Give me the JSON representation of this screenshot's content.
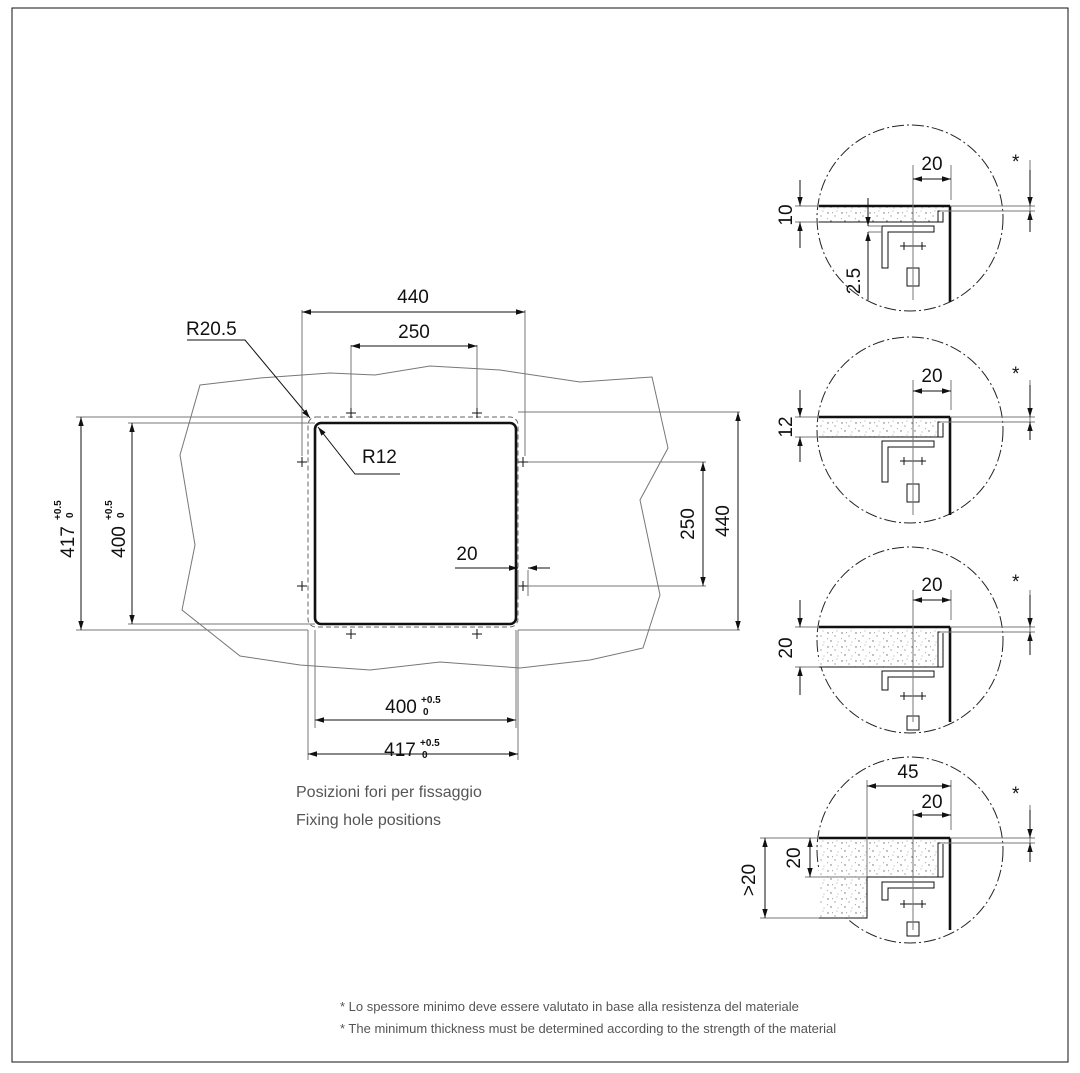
{
  "plan": {
    "dim_top_outer": "440",
    "dim_top_inner": "250",
    "radius_outer": "R20.5",
    "radius_inner": "R12",
    "dim_right_inner": "250",
    "dim_right_outer": "440",
    "dim_hole_offset": "20",
    "dim_left_outer": "417",
    "dim_left_inner": "400",
    "dim_bottom_inner": "400",
    "dim_bottom_outer": "417",
    "tolerance_upper": "+0.5",
    "tolerance_lower": "0"
  },
  "caption": {
    "line1": "Posizioni fori per fissaggio",
    "line2": "Fixing hole positions"
  },
  "details": [
    {
      "overhang": "20",
      "thickness": "10",
      "extra": "2.5",
      "asterisk": "*"
    },
    {
      "overhang": "20",
      "thickness": "12",
      "asterisk": "*"
    },
    {
      "overhang": "20",
      "thickness": "20",
      "asterisk": "*"
    },
    {
      "overhang": "20",
      "width": "45",
      "thickness": "20",
      "min_thickness": ">20",
      "asterisk": "*"
    }
  ],
  "footnote": {
    "line1": "* Lo spessore minimo deve essere valutato in base alla resistenza del materiale",
    "line2": "* The minimum thickness must be determined according to the strength of the material"
  }
}
